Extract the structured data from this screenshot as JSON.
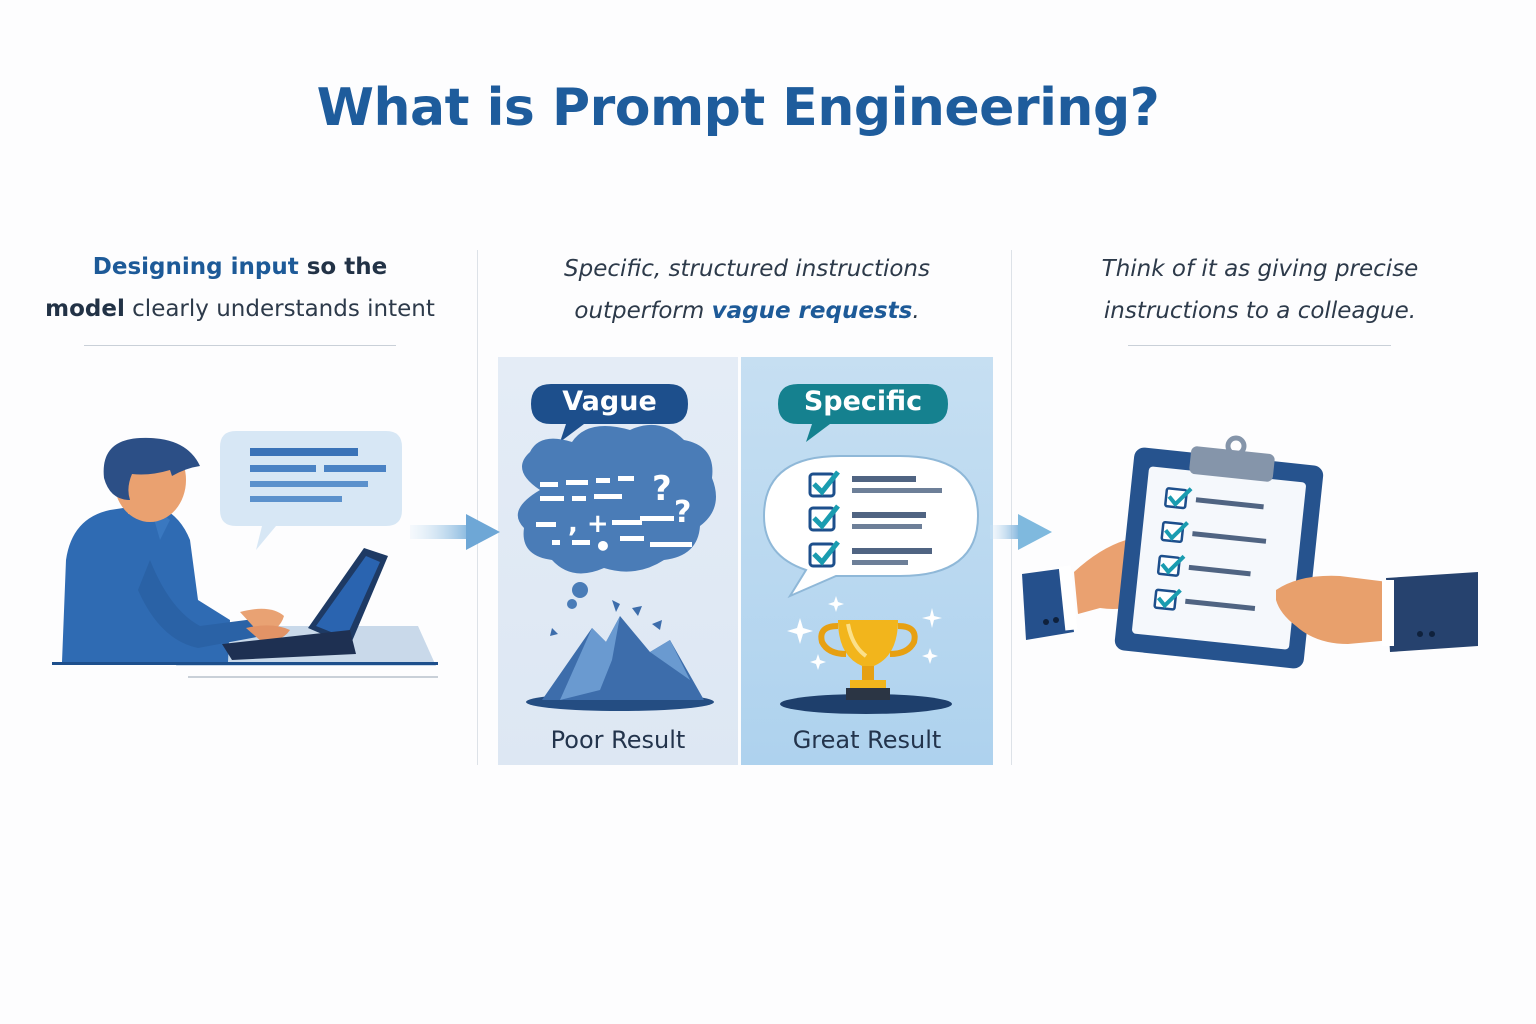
{
  "title": "What is Prompt Engineering?",
  "left_column": {
    "line1_highlight": "Designing input",
    "line1_rest": " so the",
    "line2_highlight": "model",
    "line2_rest": " clearly understands intent"
  },
  "middle_column": {
    "line1": "Specific, structured instructions",
    "line2_pre": "outperform ",
    "line2_highlight": "vague requests",
    "line2_post": "."
  },
  "right_column": {
    "line1": "Think of it as giving precise",
    "line2": "instructions to a colleague."
  },
  "vague_panel": {
    "tag": "Vague",
    "result": "Poor Result"
  },
  "specific_panel": {
    "tag": "Specific",
    "result": "Great Result"
  },
  "colors": {
    "title": "#1e5c9c",
    "vague_tag": "#1d4f8c",
    "specific_tag": "#15818f",
    "check": "#1a9cb0",
    "trophy": "#f2b51c"
  },
  "icons": [
    "person-at-laptop-icon",
    "speech-bubble-icon",
    "arrow-right-icon",
    "confused-thought-icon",
    "mountain-icon",
    "checklist-bubble-icon",
    "trophy-icon",
    "clipboard-handoff-icon"
  ]
}
